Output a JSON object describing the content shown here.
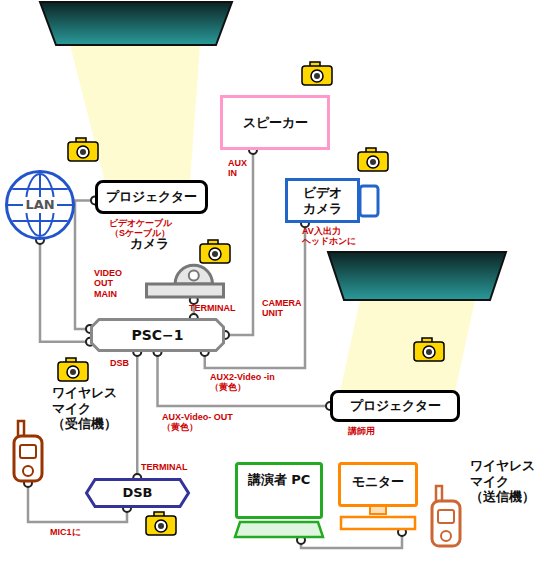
{
  "diagram": {
    "nodes": [
      {
        "text": [
          "プロジェクター"
        ]
      },
      {
        "text": [
          "LAN"
        ]
      },
      {
        "text": [
          "スピーカー"
        ]
      },
      {
        "text": [
          "ビデオ カメラ"
        ]
      },
      {
        "text": [
          "カメラ"
        ]
      },
      {
        "text": [
          "PSC−1"
        ]
      },
      {
        "text": [
          "プロジェクター"
        ]
      },
      {
        "text": [
          "ワイヤレス マイク （受信機）"
        ]
      },
      {
        "text": [
          "DSB"
        ]
      },
      {
        "text": [
          "講演者 PC"
        ]
      },
      {
        "text": [
          "モニター"
        ]
      },
      {
        "text": [
          "ワイヤレス マイク （送信機）"
        ]
      }
    ],
    "edges": [
      {
        "from": 1,
        "to": 5,
        "arrow": "none"
      },
      {
        "from": 0,
        "to": 5,
        "arrow": "none"
      },
      {
        "from": 4,
        "to": 5,
        "arrow": "none"
      },
      {
        "from": 2,
        "to": 5,
        "arrow": "none"
      },
      {
        "from": 3,
        "to": 5,
        "arrow": "none"
      },
      {
        "from": 5,
        "to": 6,
        "arrow": "none"
      },
      {
        "from": 5,
        "to": 8,
        "arrow": "none"
      },
      {
        "from": 7,
        "to": 8,
        "arrow": "none"
      },
      {
        "from": 9,
        "to": 10,
        "arrow": "none"
      }
    ],
    "labels": [
      "ビデオケーブル （Sケーブル）",
      "AUX IN",
      "AV入出力 ヘッドホンに",
      "VIDEO OUT MAIN",
      "TERMINAL",
      "CAMERA UNIT",
      "DSB",
      "AUX2-Video -in（黄色）",
      "AUX-Video- OUT（黄色）",
      "講師用",
      "TERMINAL",
      "MIC1に"
    ]
  }
}
